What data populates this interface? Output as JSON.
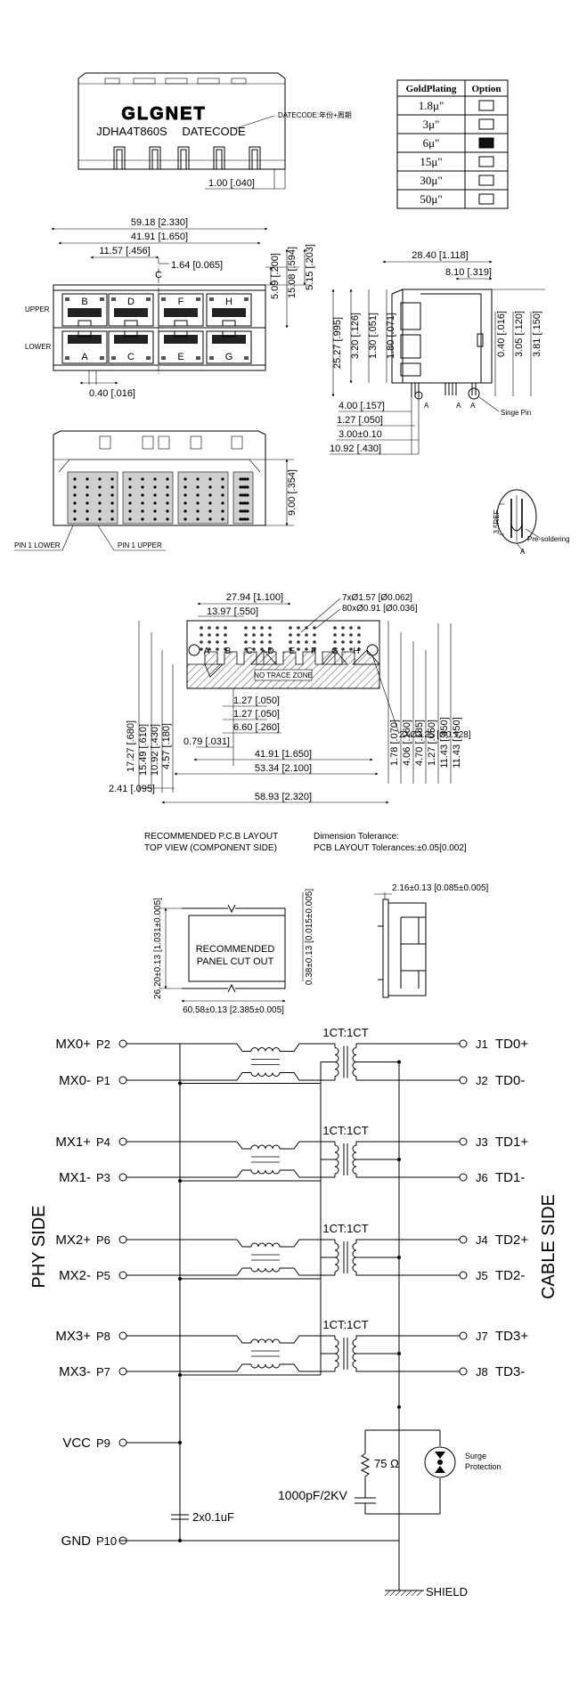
{
  "front_view": {
    "logo": "GLGNET",
    "part_number": "JDHA4T860S",
    "datecode_label": "DATECODE",
    "datecode_callout": "DATECODE:年份+周期",
    "dim_bottom": "1.00 [.040]"
  },
  "plating_table": {
    "headers": [
      "GoldPlating",
      "Option"
    ],
    "rows": [
      {
        "value": "1.8μ\"",
        "selected": false
      },
      {
        "value": "3μ\"",
        "selected": false
      },
      {
        "value": "6μ\"",
        "selected": true
      },
      {
        "value": "15μ\"",
        "selected": false
      },
      {
        "value": "30μ\"",
        "selected": false
      },
      {
        "value": "50μ\"",
        "selected": false
      }
    ]
  },
  "port_view": {
    "dims": {
      "overall_width": "59.18 [2.330]",
      "inner_width": "41.91 [1.650]",
      "half_width": "11.57 [.456]",
      "pitch": "1.64 [0.065]",
      "h1": "5.09 [.200]",
      "h2": "15.08 [.594]",
      "h3": "5.15 [.203]",
      "led": "0.40 [.016]"
    },
    "upper_label": "UPPER",
    "lower_label": "LOWER",
    "upper_ports": [
      "B",
      "D",
      "F",
      "H"
    ],
    "lower_ports": [
      "A",
      "C",
      "E",
      "G"
    ],
    "center_mark": "C"
  },
  "side_view": {
    "dims": {
      "depth": "28.40 [1.118]",
      "depth2": "8.10 [.319]",
      "height": "25.27 [.995]",
      "v1": "3.20 [.126]",
      "v2": "1.30 [.051]",
      "v3": "1.80 [.071]",
      "r1": "0.40 [.016]",
      "r2": "3.05 [.120]",
      "r3": "3.81 [.150]",
      "b1": "4.00 [.157]",
      "b2": "1.27 [.050]",
      "b3": "3.00±0.10",
      "b4": "10.92 [.430]"
    },
    "single_pin": "Singe Pin",
    "marker": "A"
  },
  "bottom_view": {
    "dim": "9.00 [.354]",
    "pin1_lower": "PIN 1 LOWER",
    "pin1_upper": "PIN 1 UPPER"
  },
  "detail": {
    "ref": "3.5REF",
    "label": "Pre-soldering",
    "marker": "A"
  },
  "pcb_layout": {
    "top_dims": [
      "27.94 [1.100]",
      "13.97 [.550]"
    ],
    "holes": [
      "7xØ1.57 [Ø0.062]",
      "80xØ0.91 [Ø0.036]"
    ],
    "port_letters": [
      "A",
      "B",
      "C",
      "D",
      "E",
      "F",
      "G",
      "H"
    ],
    "no_trace": "NO TRACE ZONE",
    "mount_hole": "2XØ3.25 [Ø0.128]",
    "left_dims": [
      "17.27 [.680]",
      "15.49 [.610]",
      "10.92 [.430]",
      "4.57 [.180]"
    ],
    "right_dims": [
      "1.78 [.070]",
      "4.06 [.160]",
      "4.70 [.185]",
      "1.27 [.050]",
      "11.43 [.450]",
      "11.43 [.450]"
    ],
    "bottom_dims": [
      "1.27 [.050]",
      "1.27 [.050]",
      "6.60 [.260]",
      "0.79 [.031]",
      "41.91 [1.650]",
      "53.34 [2.100]",
      "2.41 [.095]",
      "58.93 [2.320]"
    ],
    "caption1": "RECOMMENDED P.C.B LAYOUT",
    "caption2": "TOP VIEW (COMPONENT SIDE)",
    "tol1": "Dimension Tolerance:",
    "tol2": "PCB LAYOUT Tolerances:±0.05[0.002]"
  },
  "panel": {
    "label1": "RECOMMENDED",
    "label2": "PANEL CUT OUT",
    "height": "26.20±0.13 [1.031±0.005]",
    "right": "0.38±0.13 [0.015±0.005]",
    "width": "60.58±0.13 [2.385±0.005]",
    "side": "2.16±0.13 [0.085±0.005]"
  },
  "schematic": {
    "phy_side": "PHY SIDE",
    "cable_side": "CABLE SIDE",
    "ratio": "1CT:1CT",
    "left_pins": [
      {
        "name": "MX0+",
        "pin": "P2"
      },
      {
        "name": "MX0-",
        "pin": "P1"
      },
      {
        "name": "MX1+",
        "pin": "P4"
      },
      {
        "name": "MX1-",
        "pin": "P3"
      },
      {
        "name": "MX2+",
        "pin": "P6"
      },
      {
        "name": "MX2-",
        "pin": "P5"
      },
      {
        "name": "MX3+",
        "pin": "P8"
      },
      {
        "name": "MX3-",
        "pin": "P7"
      },
      {
        "name": "VCC",
        "pin": "P9"
      },
      {
        "name": "GND",
        "pin": "P10"
      }
    ],
    "right_pins": [
      {
        "pin": "J1",
        "name": "TD0+"
      },
      {
        "pin": "J2",
        "name": "TD0-"
      },
      {
        "pin": "J3",
        "name": "TD1+"
      },
      {
        "pin": "J6",
        "name": "TD1-"
      },
      {
        "pin": "J4",
        "name": "TD2+"
      },
      {
        "pin": "J5",
        "name": "TD2-"
      },
      {
        "pin": "J7",
        "name": "TD3+"
      },
      {
        "pin": "J8",
        "name": "TD3-"
      }
    ],
    "resistor": "75 Ω",
    "capacitor": "1000pF/2KV",
    "decoupling": "2x0.1uF",
    "surge1": "Surge",
    "surge2": "Protection",
    "shield": "SHIELD"
  }
}
